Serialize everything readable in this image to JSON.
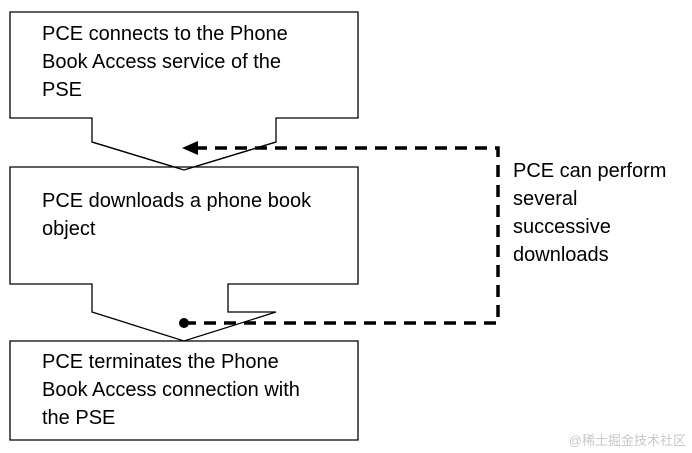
{
  "steps": [
    {
      "lines": [
        "PCE connects to the Phone",
        "Book Access service of the",
        "PSE"
      ]
    },
    {
      "lines": [
        "PCE downloads a phone book",
        "object"
      ]
    },
    {
      "lines": [
        "PCE terminates the Phone",
        "Book Access connection with",
        "the PSE"
      ]
    }
  ],
  "loop_note": {
    "lines": [
      "PCE can perform",
      "several",
      "successive",
      "downloads"
    ]
  },
  "watermark": "@稀土掘金技术社区",
  "colors": {
    "stroke": "#000000",
    "background": "#ffffff",
    "watermark": "#c8c8c8"
  }
}
